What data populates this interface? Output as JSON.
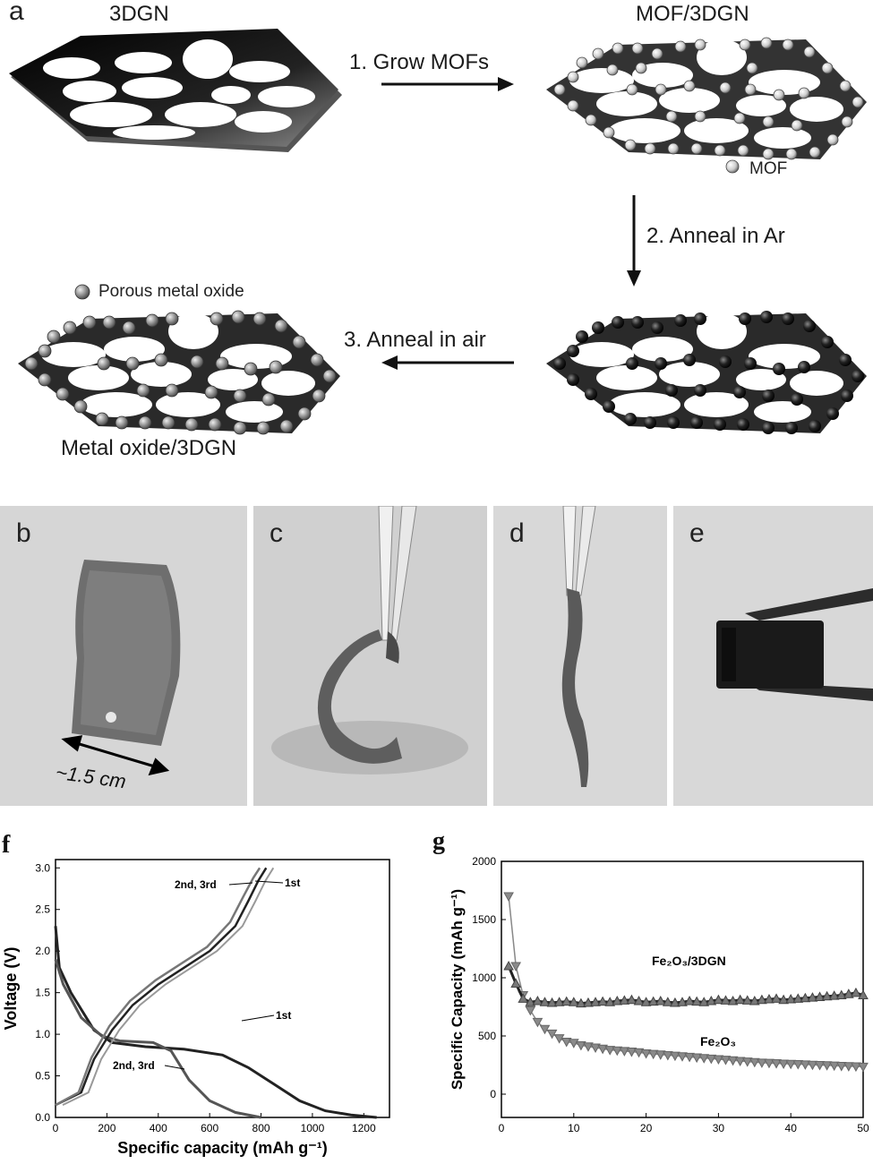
{
  "panel_a": {
    "label": "a",
    "top_left_title": "3DGN",
    "top_right_title": "MOF/3DGN",
    "bottom_title": "Metal oxide/3DGN",
    "step1": "1. Grow MOFs",
    "step2": "2. Anneal in Ar",
    "step3": "3. Anneal in air",
    "legend_mof": "MOF",
    "legend_oxide": "Porous metal oxide"
  },
  "photos": {
    "b_label": "b",
    "c_label": "c",
    "d_label": "d",
    "e_label": "e",
    "scale_text": "~1.5 cm"
  },
  "panel_f": {
    "label": "f",
    "xlabel": "Specific capacity (mAh g⁻¹)",
    "ylabel": "Voltage (V)",
    "ann_1st_top": "1st",
    "ann_23_top": "2nd, 3rd",
    "ann_1st_mid": "1st",
    "ann_23_bot": "2nd, 3rd"
  },
  "panel_g": {
    "label": "g",
    "xlabel": "",
    "ylabel": "Specific Capacity (mAh g⁻¹)",
    "series1_label": "Fe₂O₃/3DGN",
    "series2_label": "Fe₂O₃"
  },
  "chart_data": [
    {
      "type": "line",
      "xlim": [
        0,
        1300
      ],
      "ylim": [
        0,
        3.1
      ],
      "xticks": [
        0,
        200,
        400,
        600,
        800,
        1000,
        1200
      ],
      "yticks": [
        0.0,
        0.5,
        1.0,
        1.5,
        2.0,
        2.5,
        3.0
      ],
      "xtick_labels": [
        "0",
        "200",
        "400",
        "600",
        "800",
        "1000",
        "1200"
      ],
      "ytick_labels": [
        "0.0",
        "0.5",
        "1.0",
        "1.5",
        "2.0",
        "2.5",
        "3.0"
      ],
      "series": [
        {
          "curve": "discharge-1st",
          "points": [
            [
              0,
              2.3
            ],
            [
              15,
              1.8
            ],
            [
              60,
              1.5
            ],
            [
              150,
              1.05
            ],
            [
              220,
              0.9
            ],
            [
              350,
              0.85
            ],
            [
              500,
              0.82
            ],
            [
              650,
              0.75
            ],
            [
              750,
              0.6
            ],
            [
              850,
              0.4
            ],
            [
              950,
              0.2
            ],
            [
              1050,
              0.08
            ],
            [
              1150,
              0.03
            ],
            [
              1250,
              0.0
            ]
          ]
        },
        {
          "curve": "discharge-2nd-3rd",
          "points": [
            [
              0,
              1.9
            ],
            [
              30,
              1.6
            ],
            [
              100,
              1.2
            ],
            [
              180,
              0.98
            ],
            [
              250,
              0.92
            ],
            [
              380,
              0.9
            ],
            [
              450,
              0.8
            ],
            [
              520,
              0.45
            ],
            [
              600,
              0.2
            ],
            [
              700,
              0.06
            ],
            [
              800,
              0.0
            ]
          ]
        },
        {
          "curve": "charge-1st",
          "points": [
            [
              0,
              0.15
            ],
            [
              100,
              0.3
            ],
            [
              150,
              0.7
            ],
            [
              220,
              1.05
            ],
            [
              300,
              1.35
            ],
            [
              400,
              1.6
            ],
            [
              500,
              1.8
            ],
            [
              600,
              2.0
            ],
            [
              700,
              2.3
            ],
            [
              750,
              2.6
            ],
            [
              790,
              2.85
            ],
            [
              820,
              3.0
            ]
          ]
        },
        {
          "curve": "charge-2nd-3rd",
          "points": [
            [
              0,
              0.15
            ],
            [
              90,
              0.3
            ],
            [
              140,
              0.72
            ],
            [
              210,
              1.1
            ],
            [
              290,
              1.4
            ],
            [
              390,
              1.65
            ],
            [
              490,
              1.85
            ],
            [
              590,
              2.05
            ],
            [
              680,
              2.35
            ],
            [
              730,
              2.65
            ],
            [
              770,
              2.88
            ],
            [
              795,
              3.0
            ]
          ]
        }
      ]
    },
    {
      "type": "scatter",
      "xlim": [
        0,
        50
      ],
      "ylim": [
        -200,
        2000
      ],
      "xticks": [
        0,
        10,
        20,
        30,
        40,
        50
      ],
      "yticks": [
        0,
        500,
        1000,
        1500,
        2000
      ],
      "xtick_labels": [
        "0",
        "10",
        "20",
        "30",
        "40",
        "50"
      ],
      "ytick_labels": [
        "0",
        "500",
        "1000",
        "1500",
        "2000"
      ],
      "series": [
        {
          "name": "Fe₂O₃/3DGN",
          "x": [
            1,
            2,
            3,
            4,
            5,
            6,
            7,
            8,
            9,
            10,
            11,
            12,
            13,
            14,
            15,
            16,
            17,
            18,
            19,
            20,
            21,
            22,
            23,
            24,
            25,
            26,
            27,
            28,
            29,
            30,
            31,
            32,
            33,
            34,
            35,
            36,
            37,
            38,
            39,
            40,
            41,
            42,
            43,
            44,
            45,
            46,
            47,
            48,
            49,
            50
          ],
          "y": [
            1100,
            950,
            820,
            790,
            800,
            790,
            785,
            790,
            795,
            790,
            780,
            785,
            790,
            795,
            790,
            800,
            805,
            810,
            800,
            790,
            795,
            800,
            790,
            785,
            790,
            800,
            795,
            790,
            800,
            810,
            805,
            800,
            810,
            805,
            800,
            810,
            815,
            820,
            810,
            815,
            820,
            825,
            830,
            835,
            840,
            845,
            850,
            860,
            870,
            850
          ]
        },
        {
          "name": "Fe₂O₃",
          "x": [
            1,
            2,
            3,
            4,
            5,
            6,
            7,
            8,
            9,
            10,
            11,
            12,
            13,
            14,
            15,
            16,
            17,
            18,
            19,
            20,
            21,
            22,
            23,
            24,
            25,
            26,
            27,
            28,
            29,
            30,
            31,
            32,
            33,
            34,
            35,
            36,
            37,
            38,
            39,
            40,
            41,
            42,
            43,
            44,
            45,
            46,
            47,
            48,
            49,
            50
          ],
          "y": [
            1700,
            1100,
            850,
            720,
            620,
            560,
            520,
            480,
            450,
            440,
            420,
            410,
            400,
            390,
            380,
            375,
            370,
            365,
            360,
            350,
            345,
            340,
            335,
            330,
            325,
            320,
            315,
            310,
            305,
            300,
            295,
            290,
            285,
            280,
            275,
            270,
            268,
            265,
            262,
            260,
            258,
            255,
            252,
            250,
            248,
            245,
            242,
            240,
            238,
            236
          ]
        }
      ]
    }
  ]
}
